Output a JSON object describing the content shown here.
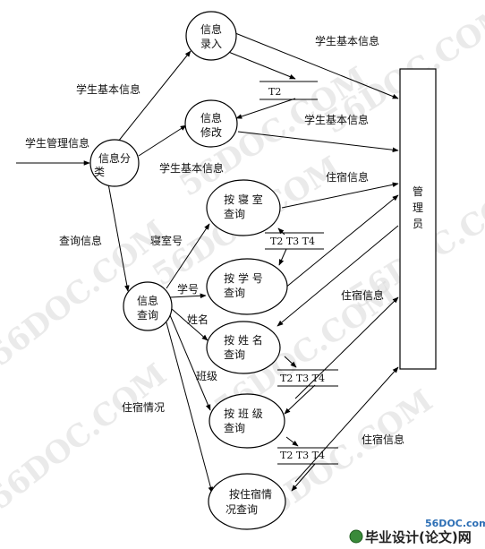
{
  "diagram": {
    "watermark": "56DOC.COM",
    "nodes": {
      "classify": {
        "line1": "信息分",
        "line2": "类"
      },
      "entry": {
        "line1": "信息",
        "line2": "录入"
      },
      "modify": {
        "line1": "信息",
        "line2": "修改"
      },
      "query": {
        "line1": "信息",
        "line2": "查询"
      },
      "by_room": {
        "line1": "按 寝 室",
        "line2": "查询"
      },
      "by_id": {
        "line1": "按 学 号",
        "line2": "查询"
      },
      "by_name": {
        "line1": "按 姓 名",
        "line2": "查询"
      },
      "by_class": {
        "line1": "按 班 级",
        "line2": "查询"
      },
      "by_status": {
        "line1": "按住宿情",
        "line2": "况查询"
      },
      "admin": {
        "line1": "管",
        "line2": "理",
        "line3": "员"
      }
    },
    "stores": {
      "s_entry": "T2",
      "s_room": "T2  T3  T4",
      "s_name": "T2  T3  T4",
      "s_class": "T2  T3  T4"
    },
    "flows": {
      "input": "学生管理信息",
      "to_entry": "学生基本信息",
      "to_modify": "学生基本信息",
      "entry_admin": "学生基本信息",
      "modify_admin": "学生基本信息",
      "to_query": "查询信息",
      "room_no": "寝室号",
      "student_no": "学号",
      "name": "姓名",
      "class": "班级",
      "status": "住宿情况",
      "room_admin": "住宿信息",
      "id_admin": "住宿信息",
      "status_admin": "住宿信息"
    },
    "logo": {
      "site": "56DOC.com",
      "text": "毕业设计(论文)网"
    }
  }
}
